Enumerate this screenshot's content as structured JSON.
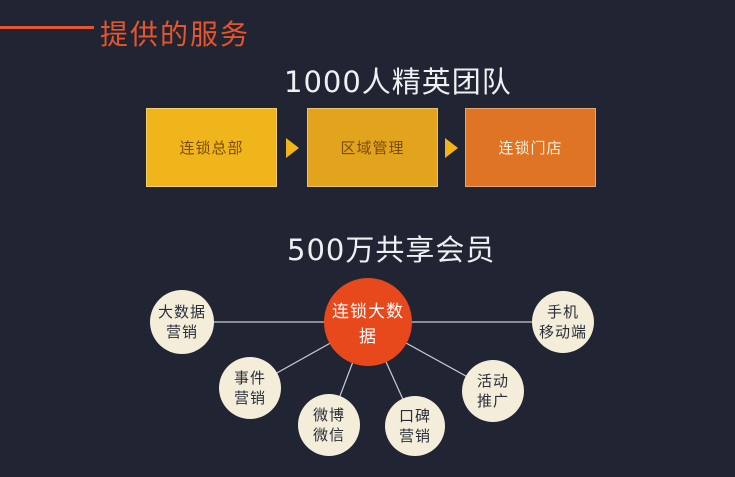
{
  "page": {
    "background_color": "#212533",
    "accent_color": "#e8542c"
  },
  "header": {
    "title": "提供的服务"
  },
  "team_section": {
    "heading": "1000人精英团队",
    "flow_boxes": [
      {
        "label": "连锁总部",
        "color": "#f0b51b",
        "text_color": "#7a4b10"
      },
      {
        "label": "区域管理",
        "color": "#e2a41d",
        "text_color": "#7a4b10"
      },
      {
        "label": "连锁门店",
        "color": "#de7424",
        "text_color": "#f7f1e4"
      }
    ],
    "arrow_color": "#f2b418"
  },
  "member_section": {
    "heading": "500万共享会员",
    "hub": {
      "label": "连锁大数据",
      "color": "#e8491c",
      "text_color": "#ffffff"
    },
    "satellites": [
      {
        "label": "大数据\n营销"
      },
      {
        "label": "事件\n营销"
      },
      {
        "label": "微博\n微信"
      },
      {
        "label": "口碑\n营销"
      },
      {
        "label": "活动\n推广"
      },
      {
        "label": "手机\n移动端"
      }
    ],
    "satellite_color": "#f3edd9",
    "satellite_text_color": "#2a2e3a",
    "connector_color": "#c9ccd1"
  }
}
